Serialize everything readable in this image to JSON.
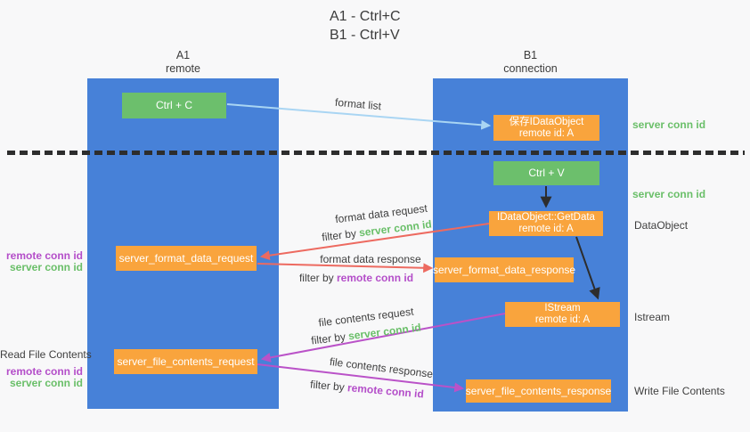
{
  "title": {
    "line1": "A1 - Ctrl+C",
    "line2": "B1 - Ctrl+V"
  },
  "lanes": {
    "left": {
      "name": "A1",
      "role": "remote"
    },
    "right": {
      "name": "B1",
      "role": "connection"
    }
  },
  "nodes": {
    "ctrl_c": {
      "label": "Ctrl + C"
    },
    "save_idataobject": {
      "line1": "保存IDataObject",
      "line2": "remote id: A"
    },
    "ctrl_v": {
      "label": "Ctrl + V"
    },
    "getdata": {
      "line1": "IDataObject::GetData",
      "line2": "remote id: A"
    },
    "format_request": {
      "label": "server_format_data_request"
    },
    "format_response": {
      "label": "server_format_data_response"
    },
    "istream": {
      "line1": "IStream",
      "line2": "remote id: A"
    },
    "file_request": {
      "label": "server_file_contents_request"
    },
    "file_response": {
      "label": "server_file_contents_response"
    }
  },
  "edges": {
    "format_list": "format list",
    "format_data_request": "format data request",
    "format_data_response": "format data response",
    "file_contents_request": "file contents request",
    "file_contents_response": "file contents response",
    "filter_by": "filter by",
    "server_conn_id": "server conn id",
    "remote_conn_id": "remote conn id"
  },
  "side_labels": {
    "left_top": {
      "remote": "remote conn id",
      "server": "server conn id"
    },
    "left_bottom": {
      "read": "Read File Contents",
      "remote": "remote conn id",
      "server": "server conn id"
    },
    "right": {
      "server1": "server conn id",
      "server2": "server conn id",
      "dataobject": "DataObject",
      "istream": "Istream",
      "write": "Write File Contents"
    }
  },
  "colors": {
    "lane_blue": "#4781d8",
    "green_box": "#6cbf6c",
    "orange_box": "#f9a43d",
    "arrow_light_blue": "#a9d5f3",
    "arrow_red": "#ed6a60",
    "arrow_magenta": "#ba52c8",
    "arrow_black": "#2d2d2d",
    "text_green": "#6abf69",
    "text_purple": "#b44ec9",
    "text_dark": "#3f3f3f"
  }
}
